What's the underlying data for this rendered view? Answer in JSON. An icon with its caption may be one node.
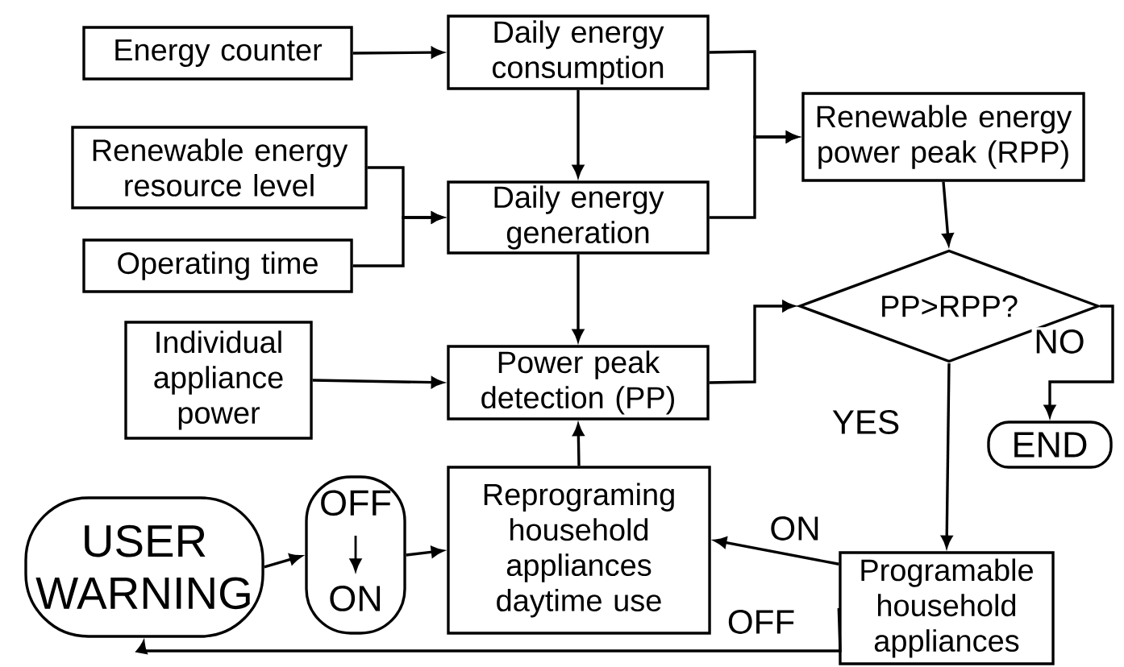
{
  "diagram": {
    "nodes": [
      {
        "text": [
          "Energy counter"
        ]
      },
      {
        "text": [
          "Daily energy consumption"
        ]
      },
      {
        "text": [
          "Renewable energy resource level"
        ]
      },
      {
        "text": [
          "Daily energy generation"
        ]
      },
      {
        "text": [
          "Operating time"
        ]
      },
      {
        "text": [
          "Renewable energy power peak (RPP)"
        ]
      },
      {
        "text": [
          "PP>RPP?"
        ]
      },
      {
        "text": [
          "Individual appliance power"
        ]
      },
      {
        "text": [
          "Power peak detection (PP)"
        ]
      },
      {
        "text": [
          "END"
        ]
      },
      {
        "text": [
          "USER WARNING"
        ]
      },
      {
        "text": [
          "OFF",
          "ON"
        ]
      },
      {
        "text": [
          "Reprograming household appliances daytime use"
        ]
      },
      {
        "text": [
          "Programable household appliances"
        ]
      }
    ],
    "edges": [
      {
        "from": 0,
        "to": 1,
        "arrow": "to"
      },
      {
        "from": 1,
        "to": 3,
        "arrow": "to"
      },
      {
        "from": 1,
        "to": 5,
        "arrow": "to"
      },
      {
        "from": 3,
        "to": 5,
        "arrow": "to"
      },
      {
        "from": 2,
        "to": 3,
        "arrow": "to"
      },
      {
        "from": 4,
        "to": 3,
        "arrow": "to"
      },
      {
        "from": 3,
        "to": 8,
        "arrow": "to"
      },
      {
        "from": 7,
        "to": 8,
        "arrow": "to"
      },
      {
        "from": 8,
        "to": 6,
        "arrow": "to"
      },
      {
        "from": 5,
        "to": 6,
        "arrow": "to"
      },
      {
        "from": 6,
        "to": 9,
        "arrow": "to",
        "label": "NO"
      },
      {
        "from": 6,
        "to": 13,
        "arrow": "to",
        "label": "YES"
      },
      {
        "from": 13,
        "to": 12,
        "arrow": "to",
        "label": "ON"
      },
      {
        "from": 13,
        "to": 10,
        "arrow": "to",
        "label": "OFF"
      },
      {
        "from": 10,
        "to": 11,
        "arrow": "to"
      },
      {
        "from": 11,
        "to": 12,
        "arrow": "to"
      },
      {
        "from": 12,
        "to": 8,
        "arrow": "to"
      }
    ]
  }
}
